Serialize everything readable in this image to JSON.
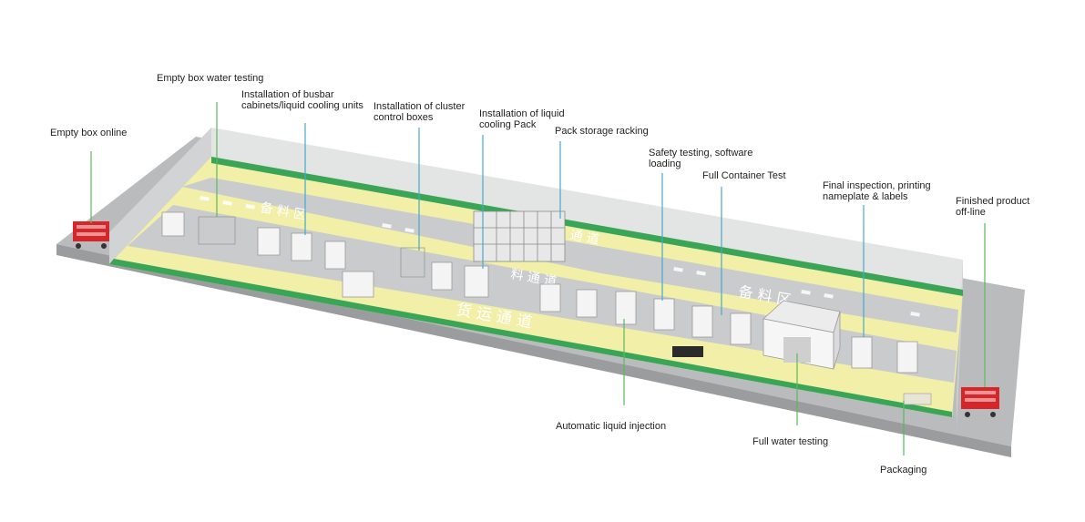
{
  "labels": {
    "empty_box_online": "Empty box online",
    "empty_box_water_testing": "Empty box water testing",
    "busbar_line1": "Installation of busbar",
    "busbar_line2": "cabinets/liquid cooling units",
    "cluster_line1": "Installation of cluster",
    "cluster_line2": "control boxes",
    "liquid_pack_line1": "Installation of liquid",
    "liquid_pack_line2": "cooling Pack",
    "pack_storage": "Pack storage racking",
    "safety_line1": "Safety testing, software",
    "safety_line2": "loading",
    "full_container_test": "Full Container Test",
    "final_line1": "Final inspection, printing",
    "final_line2": "nameplate & labels",
    "finished_line1": "Finished product",
    "finished_line2": "off-line",
    "auto_liquid_injection": "Automatic liquid injection",
    "full_water_testing": "Full water testing",
    "packaging": "Packaging"
  },
  "floor_text": {
    "material_zone": "备 料 区",
    "cargo_aisle": "货 运 通 道",
    "material_aisle": "料 通 道",
    "aisle": "通 道"
  },
  "colors": {
    "floor_yellow": "#f1efa8",
    "aisle_gray": "#c9cbcd",
    "wall": "#dcdddd",
    "green_stripe": "#3aa457",
    "callout_line": "#4aa8c8",
    "callout_line_green": "#5cb85c",
    "rack_red": "#d6262a",
    "label_text": "#222222"
  }
}
